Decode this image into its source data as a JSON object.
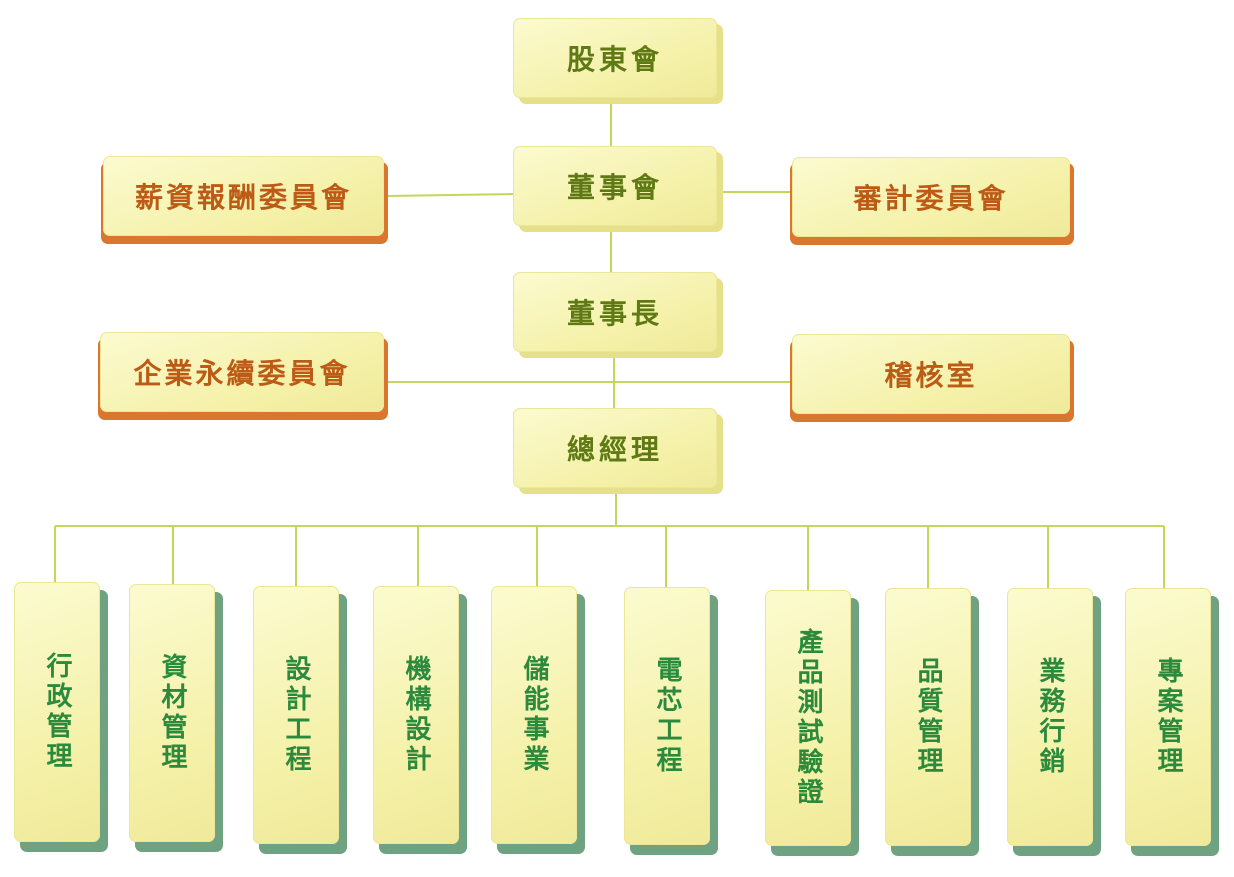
{
  "colors": {
    "connector": "#c4d75a",
    "main_text": "#5f7a14",
    "committee_text": "#bc5b16",
    "committee_shadow": "#d9772f",
    "dept_text": "#2c8a3c",
    "dept_shadow": "#6fa281"
  },
  "chain": [
    {
      "id": "shareholders",
      "label": "股東會"
    },
    {
      "id": "board",
      "label": "董事會"
    },
    {
      "id": "chairman",
      "label": "董事長"
    },
    {
      "id": "gm",
      "label": "總經理"
    }
  ],
  "committees": [
    {
      "id": "compensation",
      "label": "薪資報酬委員會"
    },
    {
      "id": "audit",
      "label": "審計委員會"
    },
    {
      "id": "sustainability",
      "label": "企業永續委員會"
    },
    {
      "id": "internal_audit",
      "label": "稽核室"
    }
  ],
  "departments": [
    {
      "id": "admin",
      "label": "行政管理"
    },
    {
      "id": "materials",
      "label": "資材管理"
    },
    {
      "id": "design_eng",
      "label": "設計工程"
    },
    {
      "id": "mech_design",
      "label": "機構設計"
    },
    {
      "id": "energy_storage",
      "label": "儲能事業"
    },
    {
      "id": "cell_eng",
      "label": "電芯工程"
    },
    {
      "id": "product_test",
      "label": "產品測試驗證"
    },
    {
      "id": "quality",
      "label": "品質管理"
    },
    {
      "id": "sales",
      "label": "業務行銷"
    },
    {
      "id": "project",
      "label": "專案管理"
    }
  ]
}
